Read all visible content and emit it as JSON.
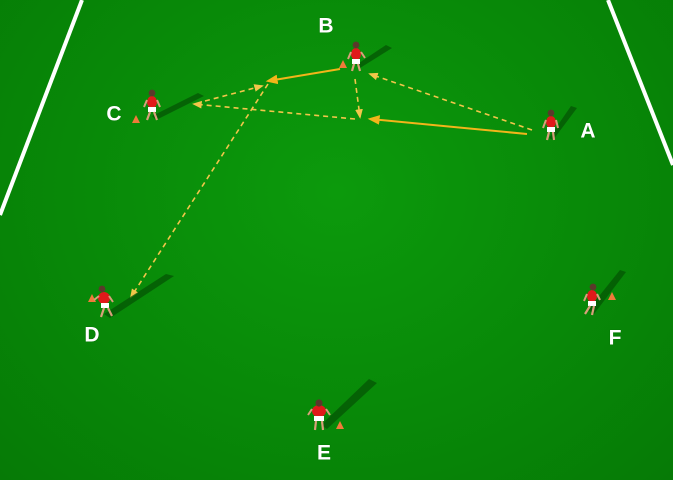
{
  "colors": {
    "pitch": "#089008",
    "line": "#ffffff",
    "pass": "#f2b51a",
    "run": "#f2c64a",
    "shirt": "#e01a1a",
    "shorts": "#ffffff",
    "skin": "#d9a07a",
    "cone": "#f07a3a",
    "shadow": "#045404"
  },
  "players": [
    {
      "id": "A",
      "label": "A"
    },
    {
      "id": "B",
      "label": "B"
    },
    {
      "id": "C",
      "label": "C"
    },
    {
      "id": "D",
      "label": "D"
    },
    {
      "id": "E",
      "label": "E"
    },
    {
      "id": "F",
      "label": "F"
    }
  ]
}
